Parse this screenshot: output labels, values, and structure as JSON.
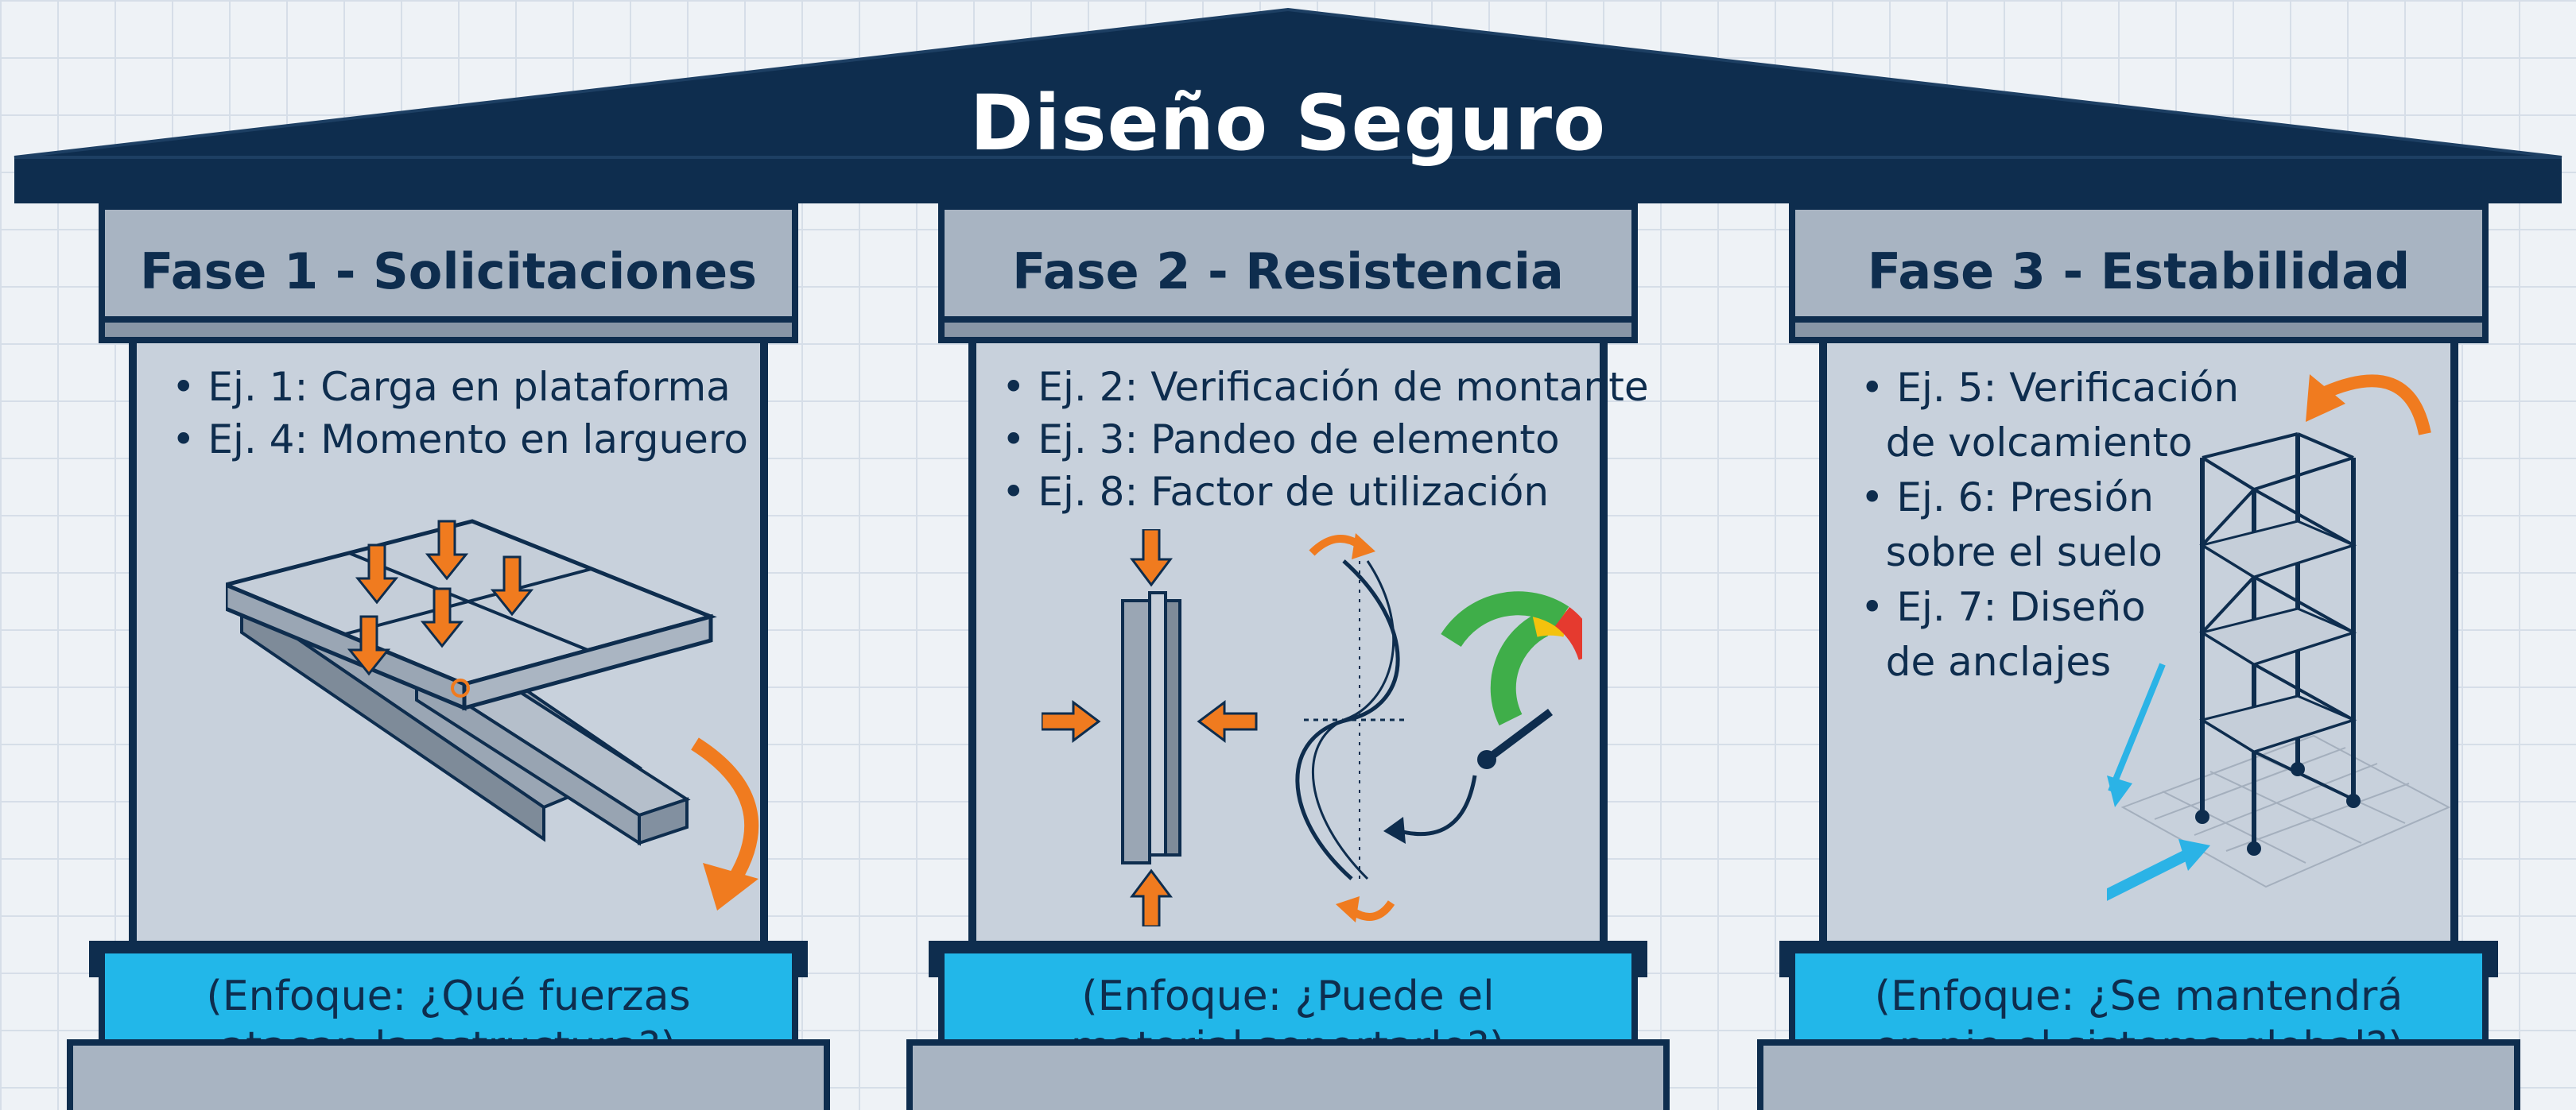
{
  "title": "Diseño Seguro",
  "colors": {
    "navy": "#0e2d4e",
    "pillar_gray": "#c8d1dc",
    "capital_gray": "#a8b4c2",
    "focus_cyan": "#22b7e9",
    "arrow_orange": "#f07b1f",
    "arrow_blue": "#2bb3e6",
    "gauge_green": "#3fae49",
    "gauge_yellow": "#f4c20d",
    "gauge_red": "#e53a2f"
  },
  "phases": [
    {
      "title": "Fase 1 - Solicitaciones",
      "items": [
        "• Ej. 1: Carga en plataforma",
        "• Ej. 4: Momento en larguero"
      ],
      "focus_lines": [
        "(Enfoque: ¿Qué fuerzas",
        "atacan la estructura?)"
      ],
      "illustration": "platform-load-icon"
    },
    {
      "title": "Fase 2 - Resistencia",
      "items": [
        "• Ej. 2: Verificación de montante",
        "• Ej. 3: Pandeo de elemento",
        "• Ej. 8: Factor de utilización"
      ],
      "focus_lines": [
        "(Enfoque: ¿Puede el",
        "material soportarlo?)"
      ],
      "illustration": "column-buckling-gauge-icon"
    },
    {
      "title": "Fase 3 - Estabilidad",
      "items": [
        "• Ej. 5: Verificación",
        "  de volcamiento",
        "• Ej. 6: Presión",
        "  sobre el suelo",
        "• Ej. 7: Diseño",
        "  de anclajes"
      ],
      "focus_lines": [
        "(Enfoque: ¿Se mantendrá",
        "en pie el sistema global?)"
      ],
      "illustration": "scaffold-tower-icon"
    }
  ]
}
